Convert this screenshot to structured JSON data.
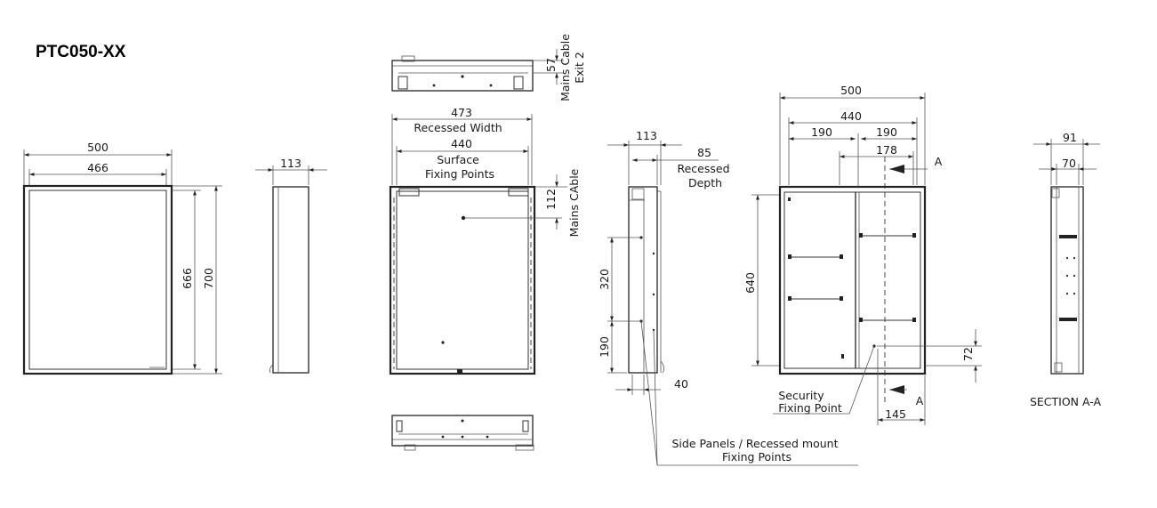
{
  "title": "PTC050-XX",
  "front_view": {
    "width_outer": "500",
    "width_inner": "466",
    "height_inner": "666",
    "height_outer": "700"
  },
  "side_view": {
    "depth": "113"
  },
  "top_view": {
    "cable_offset": "57",
    "cable_label_1": "Mains Cable",
    "cable_label_2": "Exit 2"
  },
  "rear_view": {
    "recessed_width": "473",
    "recessed_width_label": "Recessed Width",
    "fixing_width": "440",
    "fixing_label_1": "Surface",
    "fixing_label_2": "Fixing Points",
    "cable_offset": "112",
    "cable_label": "Mains CAble"
  },
  "recessed_side": {
    "depth": "113",
    "recessed_depth": "85",
    "recessed_label_1": "Recessed",
    "recessed_label_2": "Depth",
    "spacing_320": "320",
    "spacing_190": "190",
    "bottom_40": "40",
    "side_panels_label_1": "Side Panels / Recessed mount",
    "side_panels_label_2": "Fixing Points"
  },
  "interior_view": {
    "width_500": "500",
    "width_440": "440",
    "left_190": "190",
    "right_190": "190",
    "w_178": "178",
    "height_640": "640",
    "h_72": "72",
    "w_145": "145",
    "section_mark": "A",
    "security_label_1": "Security",
    "security_label_2": "Fixing Point"
  },
  "section_view": {
    "depth_91": "91",
    "depth_70": "70",
    "label": "SECTION A-A"
  }
}
